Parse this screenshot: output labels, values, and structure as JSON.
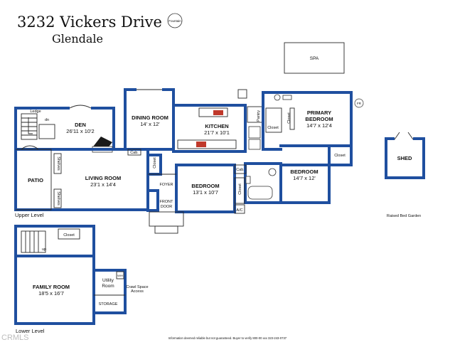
{
  "header": {
    "address": "3232 Vickers Drive",
    "city": "Glendale",
    "compass_label": "Fountain"
  },
  "levels": {
    "upper": "Upper Level",
    "lower": "Lower Level"
  },
  "rooms": {
    "den": {
      "name": "DEN",
      "dims": "26'11 x 10'2"
    },
    "dining": {
      "name": "DINING ROOM",
      "dims": "14' x 12'"
    },
    "kitchen": {
      "name": "KITCHEN",
      "dims": "21'7 x 10'1"
    },
    "primary": {
      "name1": "PRIMARY",
      "name2": "BEDROOM",
      "dims": "14'7 x 12'4"
    },
    "living": {
      "name": "LIVING ROOM",
      "dims": "23'1 x 14'4"
    },
    "bedroom1": {
      "name": "BEDROOM",
      "dims": "13'1 x 10'7"
    },
    "bedroom2": {
      "name": "BEDROOM",
      "dims": "14'7 x 12'"
    },
    "family": {
      "name": "FAMILY ROOM",
      "dims": "18'5 x 16'7"
    },
    "patio": "PATIO",
    "spa": "SPA",
    "shed": "SHED",
    "foyer": "FOYER",
    "front_door1": "FRONT",
    "front_door2": "DOOR",
    "utility1": "Utility",
    "utility2": "Room",
    "storage": "STORAGE",
    "crawl1": "Crawl Space",
    "crawl2": "Access"
  },
  "labels": {
    "ledge": "Ledge",
    "dn": "dn",
    "up": "up",
    "cab": "Cab.",
    "closet": "Closet",
    "pantry": "Pantry",
    "shelves": "Shelves",
    "ac": "A/C",
    "fr": "FR",
    "wh": "W/H",
    "raised_bed": "Raised Bed Garden"
  },
  "disclaimer": "Information deemed reliable but not guaranteed. Buyer to verify 800-00 xxx 323-243-0737",
  "watermark": "CRMLS",
  "colors": {
    "wall": "#1f4f9f",
    "stove": "#c0392b"
  }
}
